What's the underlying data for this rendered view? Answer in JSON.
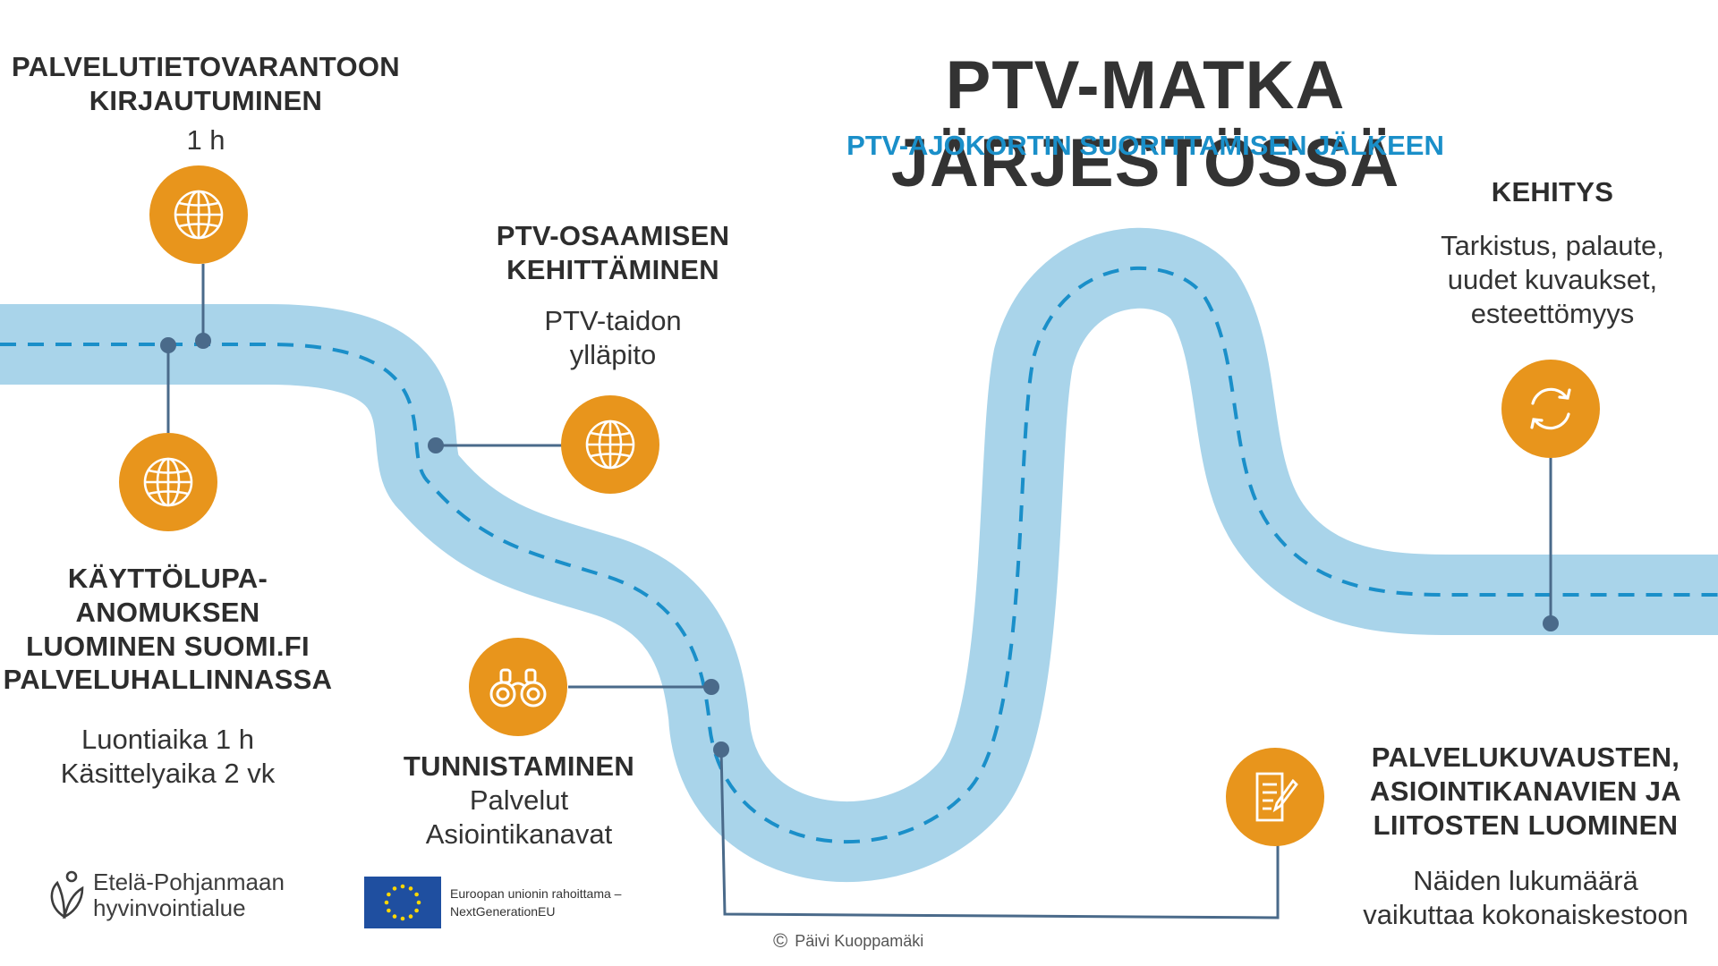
{
  "title": "PTV-MATKA JÄRJESTÖSSÄ",
  "subtitle": "PTV-AJOKORTIN SUORITTAMISEN JÄLKEEN",
  "steps": {
    "login": {
      "heading1": "PALVELUTIETOVARANTOON",
      "heading2": "KIRJAUTUMINEN",
      "detail": "1 h",
      "icon": "globe-icon"
    },
    "permit": {
      "heading1": "KÄYTTÖLUPA-",
      "heading2": "ANOMUKSEN",
      "heading3": "LUOMINEN SUOMI.FI",
      "heading4": "PALVELUHALLINNASSA",
      "detail1": "Luontiaika 1 h",
      "detail2": "Käsittelyaika 2 vk",
      "icon": "globe-icon"
    },
    "competence": {
      "heading1": "PTV-OSAAMISEN",
      "heading2": "KEHITTÄMINEN",
      "detail1": "PTV-taidon",
      "detail2": "ylläpito",
      "icon": "globe-icon"
    },
    "identify": {
      "heading": "TUNNISTAMINEN",
      "detail1": "Palvelut",
      "detail2": "Asiointikanavat",
      "icon": "binoculars-icon"
    },
    "create": {
      "heading1": "PALVELUKUVAUSTEN,",
      "heading2": "ASIOINTIKANAVIEN JA",
      "heading3": "LIITOSTEN LUOMINEN",
      "detail1": "Näiden lukumäärä",
      "detail2": "vaikuttaa kokonaiskestoon",
      "icon": "document-pen-icon"
    },
    "develop": {
      "heading": "KEHITYS",
      "detail1": "Tarkistus, palaute,",
      "detail2": "uudet kuvaukset,",
      "detail3": "esteettömyys",
      "icon": "refresh-arrows-icon"
    }
  },
  "footer": {
    "org_line1": "Etelä-Pohjanmaan",
    "org_line2": "hyvinvointialue",
    "eu_line1": "Euroopan unionin rahoittama –",
    "eu_line2": "NextGenerationEU",
    "copyright_symbol": "©",
    "author": "Päivi Kuoppamäki"
  },
  "colors": {
    "road": "#a9d4ea",
    "road_dash": "#1a8fc9",
    "connector": "#4a6a8a",
    "icon_fill": "#e8951c",
    "subtitle": "#1a8fc9",
    "eu_blue": "#1f4fa0",
    "eu_star": "#ffd700"
  }
}
